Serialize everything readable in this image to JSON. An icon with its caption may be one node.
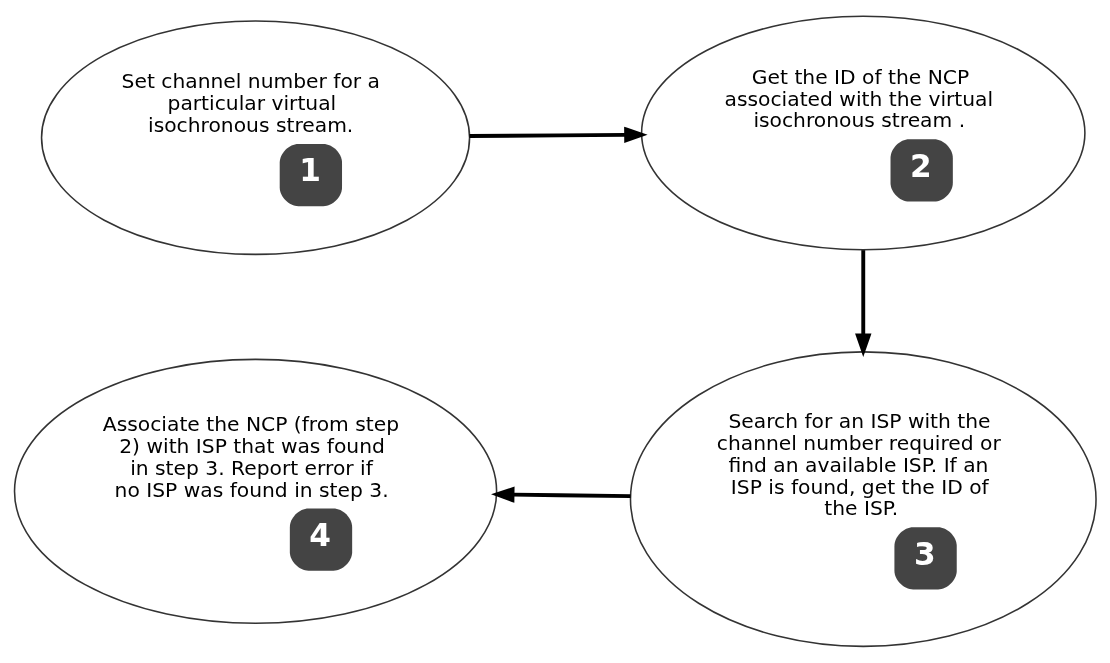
{
  "diagram": {
    "nodes": [
      {
        "text": [
          "Set channel number for a particular virtual isochronous stream.",
          "1"
        ]
      },
      {
        "text": [
          "Get the ID of the NCP associated with the virtual isochronous stream .",
          "2"
        ]
      },
      {
        "text": [
          "Search for an ISP with the channel number required or find an available ISP. If an ISP is found, get the ID of the ISP.",
          "3"
        ]
      },
      {
        "text": [
          "Associate the NCP (from step 2) with ISP that was found in step 3. Report error if no ISP was found in step 3.",
          "4"
        ]
      }
    ],
    "edges": [
      {
        "from": 0,
        "to": 1,
        "arrow": "to"
      },
      {
        "from": 1,
        "to": 2,
        "arrow": "to"
      },
      {
        "from": 2,
        "to": 3,
        "arrow": "to"
      }
    ]
  }
}
